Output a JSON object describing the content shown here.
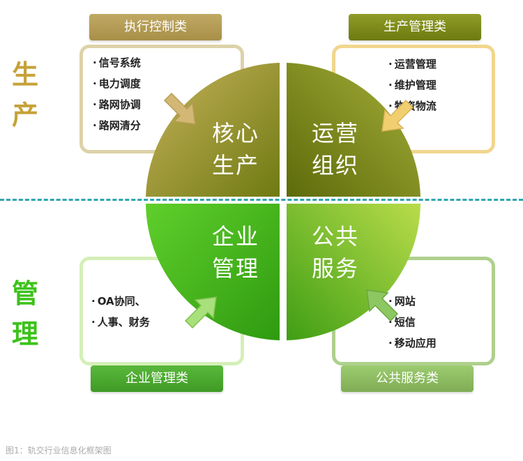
{
  "side_labels": {
    "production": [
      "生",
      "产"
    ],
    "management": [
      "管",
      "理"
    ]
  },
  "categories": {
    "exec_control": "执行控制类",
    "prod_manage": "生产管理类",
    "enterprise_manage": "企业管理类",
    "public_service": "公共服务类"
  },
  "boxes": {
    "exec_control": [
      "信号系统",
      "电力调度",
      "路网协调",
      "路网清分"
    ],
    "prod_manage": [
      "运营管理",
      "维护管理",
      "物资物流"
    ],
    "enterprise_manage": [
      "OA协同、",
      "人事、财务"
    ],
    "public_service": [
      "网站",
      "短信",
      "移动应用"
    ]
  },
  "quadrants": {
    "core_production": [
      "核心",
      "生产"
    ],
    "operation_org": [
      "运营",
      "组织"
    ],
    "enterprise_mgmt": [
      "企业",
      "管理"
    ],
    "public_service": [
      "公共",
      "服务"
    ]
  },
  "colors": {
    "production_label": "#c5a23a",
    "management_label": "#3cc21a",
    "tag_exec": "#b29a52",
    "tag_prod": "#7d8b19",
    "tag_enterprise": "#4aa830",
    "tag_public": "#8dba62",
    "box_exec": "#ddd2a8",
    "box_prod": "#f1d68e",
    "box_enterprise": "#d5efb8",
    "box_public": "#aed08c",
    "divider": "#2ea6b0"
  },
  "caption": "图1：轨交行业信息化框架图"
}
